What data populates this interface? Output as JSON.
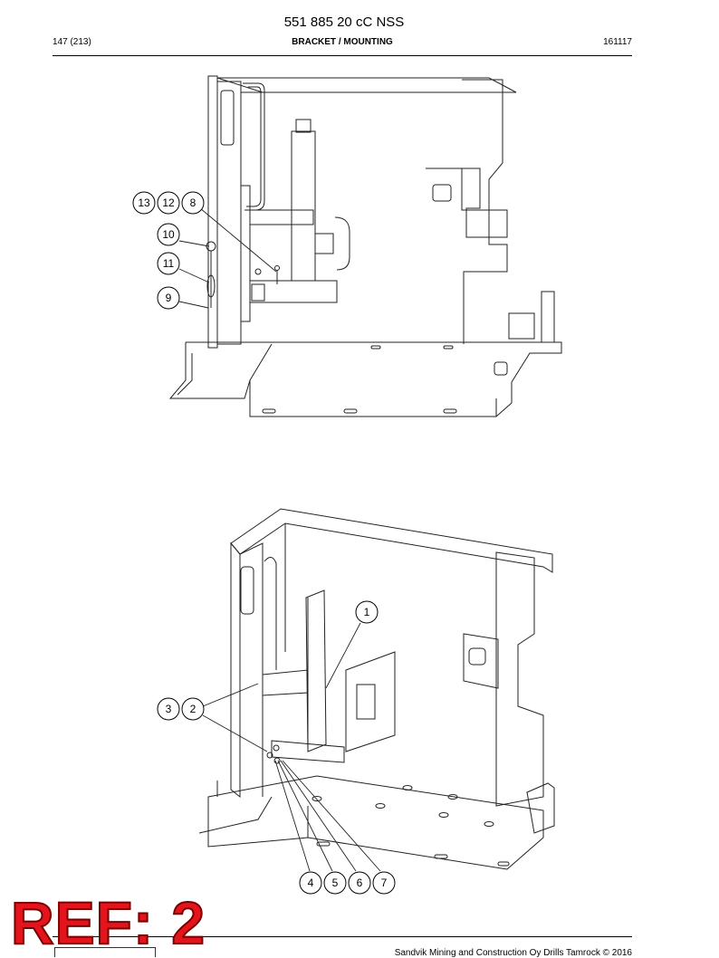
{
  "header": {
    "doc_title": "551 885 20 cC NSS",
    "page": "147 (213)",
    "section": "BRACKET / MOUNTING",
    "code": "161117"
  },
  "callouts_top": [
    "13",
    "12",
    "8",
    "10",
    "11",
    "9"
  ],
  "callouts_bottom": [
    "1",
    "3",
    "2",
    "4",
    "5",
    "6",
    "7"
  ],
  "ref_stamp": "REF: 2",
  "footer": {
    "copyright": "Sandvik Mining and Construction Oy Drills Tamrock © 2016"
  }
}
